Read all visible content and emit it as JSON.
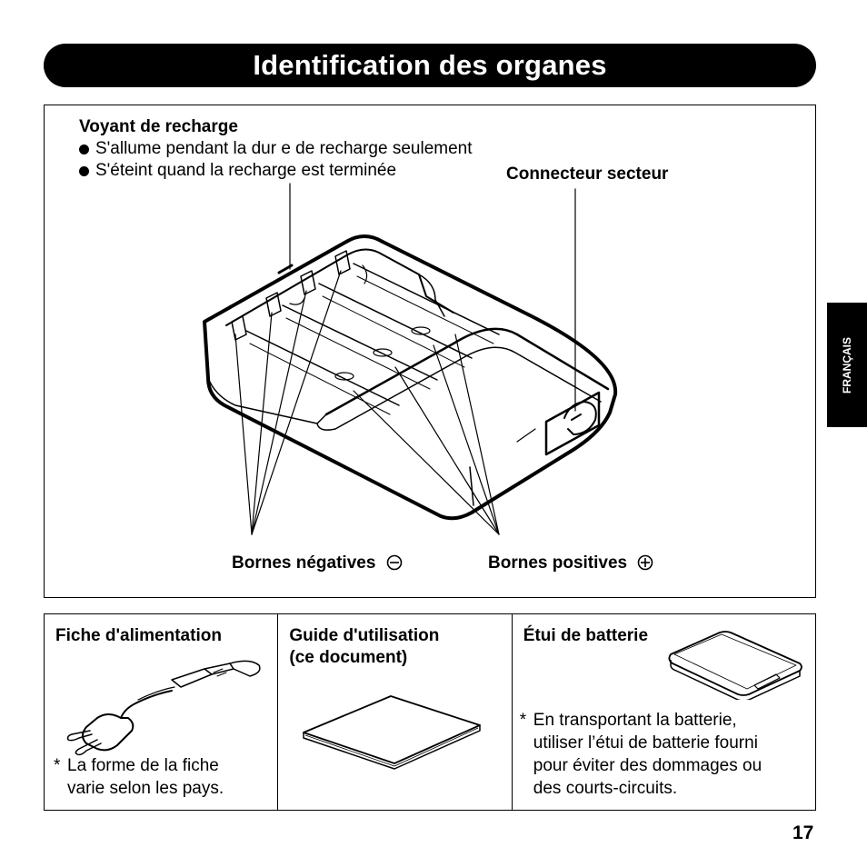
{
  "header": {
    "title": "Identification des organes"
  },
  "side_tab": {
    "label": "FRANÇAIS"
  },
  "diagram": {
    "charge_lamp": {
      "title": "Voyant de recharge",
      "bullets": [
        "S'allume pendant la dur e de recharge seulement",
        "S'éteint quand la recharge est terminée"
      ]
    },
    "ac_connector": "Connecteur secteur",
    "negative_terminals": "Bornes négatives",
    "positive_terminals": "Bornes positives",
    "icons": [
      "charger-body-illustration",
      "minus-circle-icon",
      "plus-circle-icon"
    ]
  },
  "accessories": {
    "power_plug": {
      "title": "Fiche d'alimentation",
      "note_marker": "*",
      "note_lines": [
        "La forme de la fiche",
        "varie selon les pays."
      ]
    },
    "manual": {
      "title_lines": [
        "Guide d'utilisation",
        "(ce document)"
      ]
    },
    "battery_case": {
      "title": "Étui de batterie",
      "note_marker": "*",
      "note_lines": [
        "En transportant la batterie,",
        "utiliser l’étui de batterie fourni",
        "pour éviter des dommages ou",
        "des courts-circuits."
      ]
    }
  },
  "footer": {
    "page_number": "17"
  }
}
